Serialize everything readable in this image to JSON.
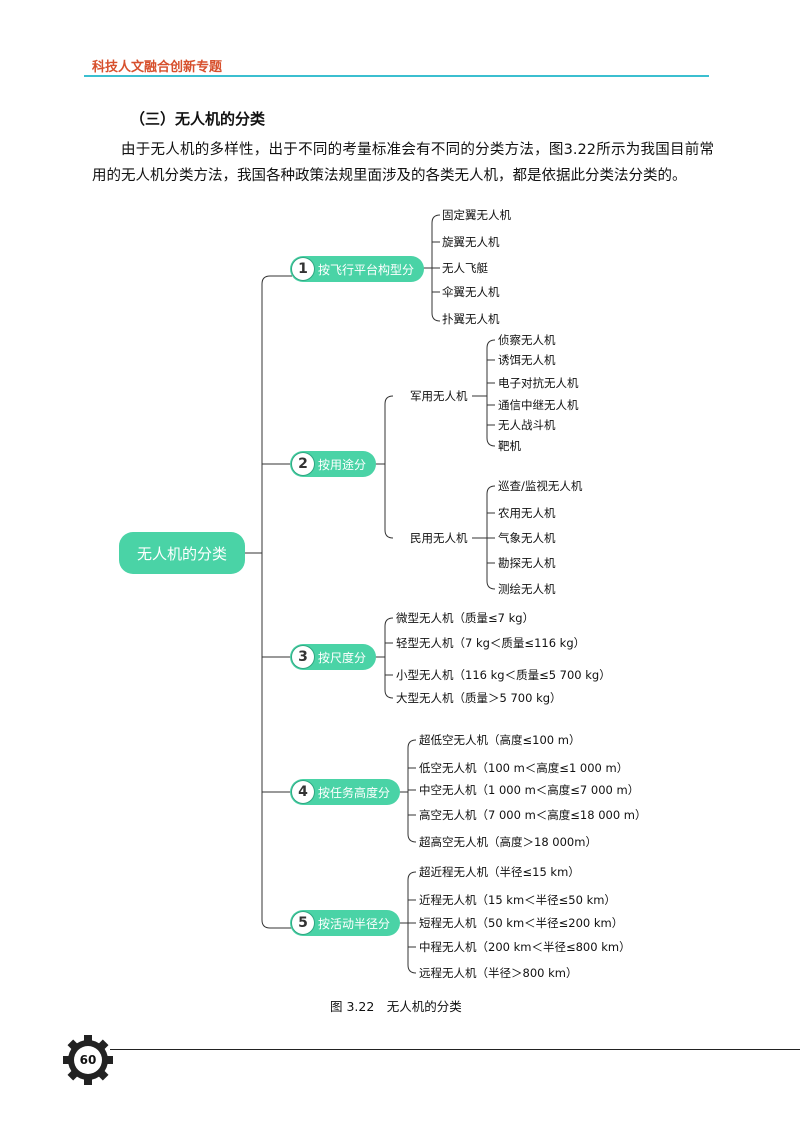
{
  "header": {
    "title": "科技人文融合创新专题"
  },
  "section": {
    "title": "（三）无人机的分类",
    "paragraph": "由于无人机的多样性，出于不同的考量标准会有不同的分类方法，图3.22所示为我国目前常用的无人机分类方法，我国各种政策法规里面涉及的各类无人机，都是依据此分类法分类的。"
  },
  "diagram": {
    "root": "无人机的分类",
    "categories": [
      {
        "num": "1",
        "label": "按飞行平台构型分",
        "items": [
          "固定翼无人机",
          "旋翼无人机",
          "无人飞艇",
          "伞翼无人机",
          "扑翼无人机"
        ]
      },
      {
        "num": "2",
        "label": "按用途分",
        "groups": [
          {
            "label": "军用无人机",
            "items": [
              "侦察无人机",
              "诱饵无人机",
              "电子对抗无人机",
              "通信中继无人机",
              "无人战斗机",
              "靶机"
            ]
          },
          {
            "label": "民用无人机",
            "items": [
              "巡查/监视无人机",
              "农用无人机",
              "气象无人机",
              "勘探无人机",
              "测绘无人机"
            ]
          }
        ]
      },
      {
        "num": "3",
        "label": "按尺度分",
        "items": [
          "微型无人机（质量≤7 kg）",
          "轻型无人机（7 kg＜质量≤116 kg）",
          "小型无人机（116 kg＜质量≤5 700 kg）",
          "大型无人机（质量＞5 700 kg）"
        ]
      },
      {
        "num": "4",
        "label": "按任务高度分",
        "items": [
          "超低空无人机（高度≤100 m）",
          "低空无人机（100 m＜高度≤1 000 m）",
          "中空无人机（1 000 m＜高度≤7 000 m）",
          "高空无人机（7 000 m＜高度≤18 000 m）",
          "超高空无人机（高度＞18 000m）"
        ]
      },
      {
        "num": "5",
        "label": "按活动半径分",
        "items": [
          "超近程无人机（半径≤15 km）",
          "近程无人机（15 km＜半径≤50 km）",
          "短程无人机（50 km＜半径≤200 km）",
          "中程无人机（200 km＜半径≤800 km）",
          "远程无人机（半径＞800 km）"
        ]
      }
    ],
    "caption": "图 3.22　无人机的分类"
  },
  "footer": {
    "page_number": "60"
  },
  "colors": {
    "accent": "#4ad3a6",
    "header_text": "#d7502d",
    "header_rule": "#3bbfd0"
  }
}
